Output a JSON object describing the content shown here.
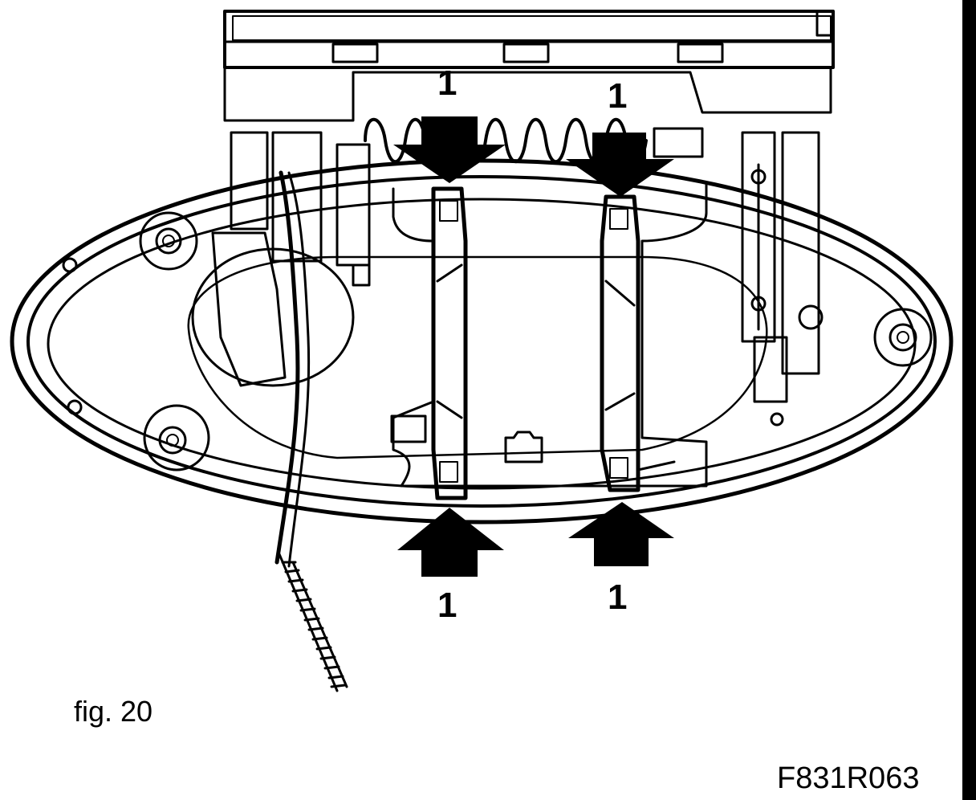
{
  "figure": {
    "caption": "fig. 20",
    "code": "F831R063"
  },
  "callouts": [
    {
      "id": "top-left",
      "label": "1",
      "direction": "down"
    },
    {
      "id": "top-right",
      "label": "1",
      "direction": "down"
    },
    {
      "id": "bottom-left",
      "label": "1",
      "direction": "up"
    },
    {
      "id": "bottom-right",
      "label": "1",
      "direction": "up"
    }
  ],
  "colors": {
    "ink": "#000000",
    "paper": "#ffffff"
  }
}
